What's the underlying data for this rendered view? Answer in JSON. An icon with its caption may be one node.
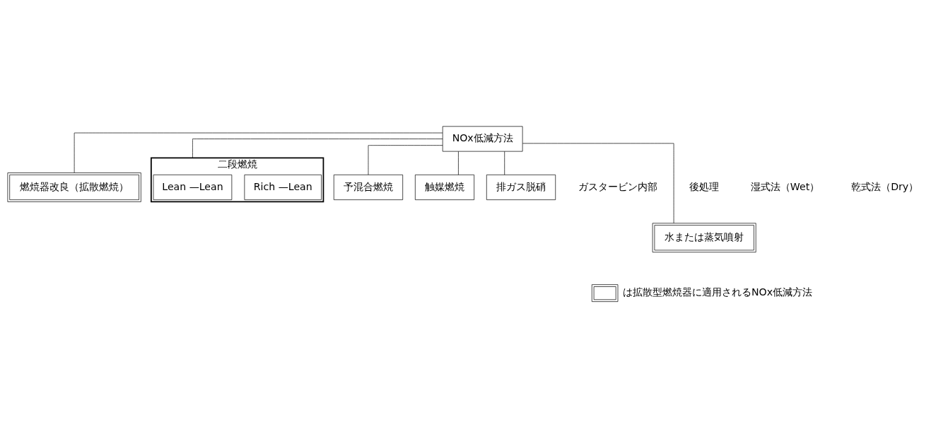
{
  "diagram": {
    "nodes": [
      {
        "text": [
          "NOx低減方法"
        ]
      },
      {
        "text": [
          "水または蒸気噴射"
        ]
      },
      {
        "text": [
          "燃焼器改良（拡散燃焼）"
        ]
      },
      {
        "text": [
          "二段燃焼"
        ]
      },
      {
        "text": [
          "Lean —Lean"
        ],
        "in": 3
      },
      {
        "text": [
          "Rich —Lean"
        ],
        "in": 3
      },
      {
        "text": [
          "予混合燃焼"
        ]
      },
      {
        "text": [
          "触媒燃焼"
        ]
      },
      {
        "text": [
          "排ガス脱硝"
        ]
      }
    ],
    "edges": [
      {
        "from": 0,
        "to": 1,
        "arrow": "none"
      },
      {
        "from": 0,
        "to": 2,
        "arrow": "none"
      },
      {
        "from": 0,
        "to": 3,
        "arrow": "none"
      },
      {
        "from": 0,
        "to": 6,
        "arrow": "none"
      },
      {
        "from": 0,
        "to": 7,
        "arrow": "none"
      },
      {
        "from": 0,
        "to": 8,
        "arrow": "none"
      }
    ],
    "labels": [
      "ガスタービン内部",
      "後処理",
      "湿式法（Wet）",
      "乾式法（Dry）"
    ],
    "legend": [
      {
        "text": "は拡散型燃焼器に適用されるNOx低減方法"
      }
    ]
  }
}
